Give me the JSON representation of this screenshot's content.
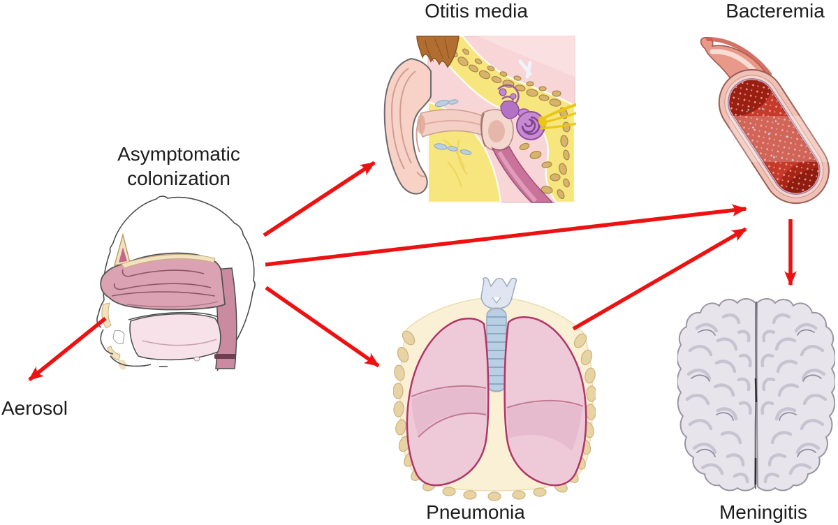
{
  "diagram": {
    "colors": {
      "arrow": "#ee1111",
      "text": "#1c1c1c",
      "background": "#ffffff"
    },
    "nodes": {
      "colonization": {
        "label_line1": "Asymptomatic",
        "label_line2": "colonization",
        "illustration": "head-nasopharynx-illustration"
      },
      "otitis_media": {
        "label": "Otitis media",
        "illustration": "ear-anatomy-illustration"
      },
      "bacteremia": {
        "label": "Bacteremia",
        "illustration": "blood-vessel-illustration"
      },
      "pneumonia": {
        "label": "Pneumonia",
        "illustration": "lungs-illustration"
      },
      "meningitis": {
        "label": "Meningitis",
        "illustration": "brain-illustration"
      },
      "aerosol": {
        "label": "Aerosol",
        "illustration": "none"
      }
    },
    "edges": [
      {
        "from": "colonization",
        "to": "otitis_media"
      },
      {
        "from": "colonization",
        "to": "bacteremia"
      },
      {
        "from": "colonization",
        "to": "pneumonia"
      },
      {
        "from": "colonization",
        "to": "aerosol"
      },
      {
        "from": "pneumonia",
        "to": "bacteremia"
      },
      {
        "from": "bacteremia",
        "to": "meningitis"
      }
    ]
  }
}
